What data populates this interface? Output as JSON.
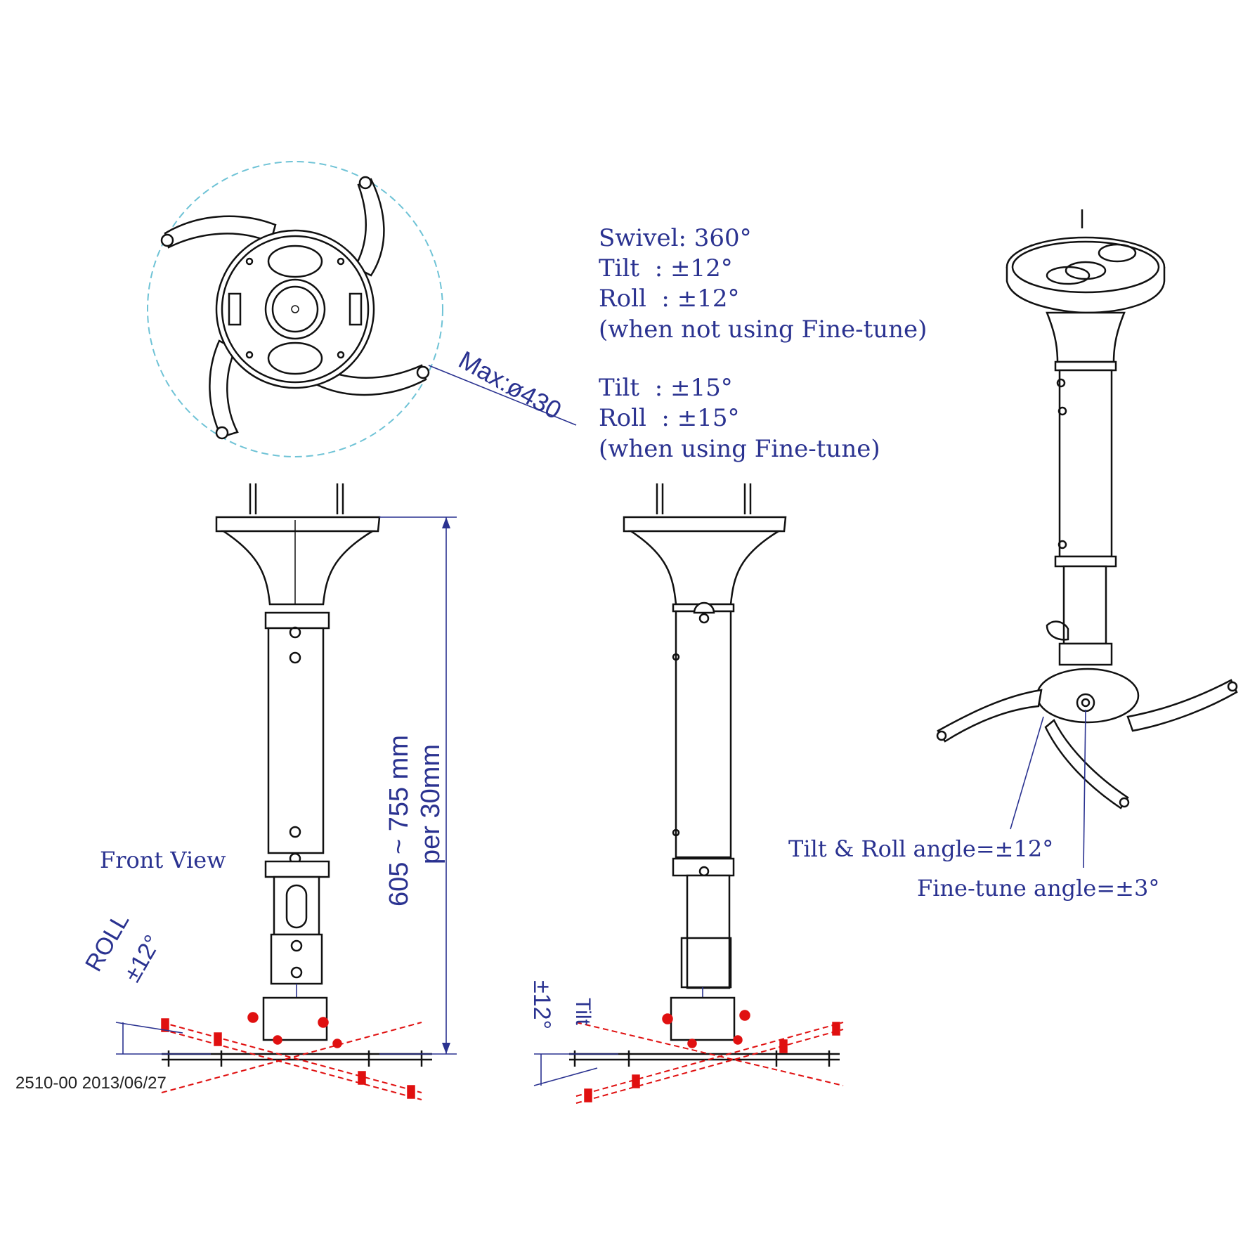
{
  "specs": {
    "swivel": "Swivel: 360°",
    "tilt1": "Tilt  : ±12°",
    "roll1": "Roll  : ±12°",
    "note1": "(when not using Fine-tune)",
    "tilt2": "Tilt  : ±15°",
    "roll2": "Roll  : ±15°",
    "note2": "(when using Fine-tune)"
  },
  "labels": {
    "max_diameter": "Max:ø430",
    "front_view": "Front View",
    "height_range": "605 ~ 755 mm",
    "height_step": "per 30mm",
    "roll_angle_1": "ROLL",
    "roll_angle_2": "±12°",
    "tilt_angle_1": "Tilt",
    "tilt_angle_2": "±12°",
    "tilt_roll_angle": "Tilt & Roll angle=±12°",
    "fine_tune_angle": "Fine-tune angle=±3°",
    "drawing_id": "2510-00 2013/06/27"
  },
  "colors": {
    "annotation": "#2a3290",
    "line": "#111111",
    "motion": "#e01010",
    "guide": "#6fc3d6"
  }
}
